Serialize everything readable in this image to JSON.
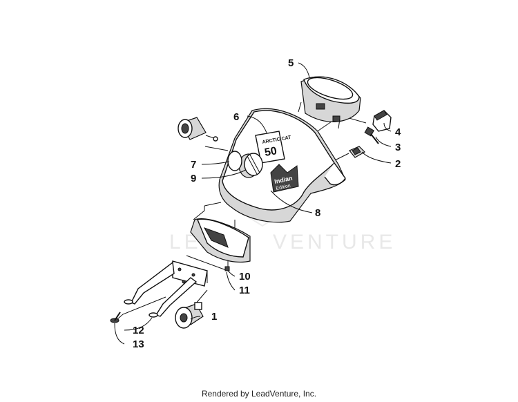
{
  "watermark": {
    "left": "LEAD",
    "right": "VENTURE"
  },
  "decal": {
    "line1": "ARCTIC CAT",
    "number": "50",
    "line2": "Indian",
    "line3": "Edition"
  },
  "callouts": {
    "c1": "1",
    "c2": "2",
    "c3": "3",
    "c4": "4",
    "c5": "5",
    "c6": "6",
    "c7": "7",
    "c8": "8",
    "c9": "9",
    "c10": "10",
    "c11": "11",
    "c12": "12",
    "c13": "13"
  },
  "footer": {
    "text": "Rendered by LeadVenture, Inc."
  }
}
